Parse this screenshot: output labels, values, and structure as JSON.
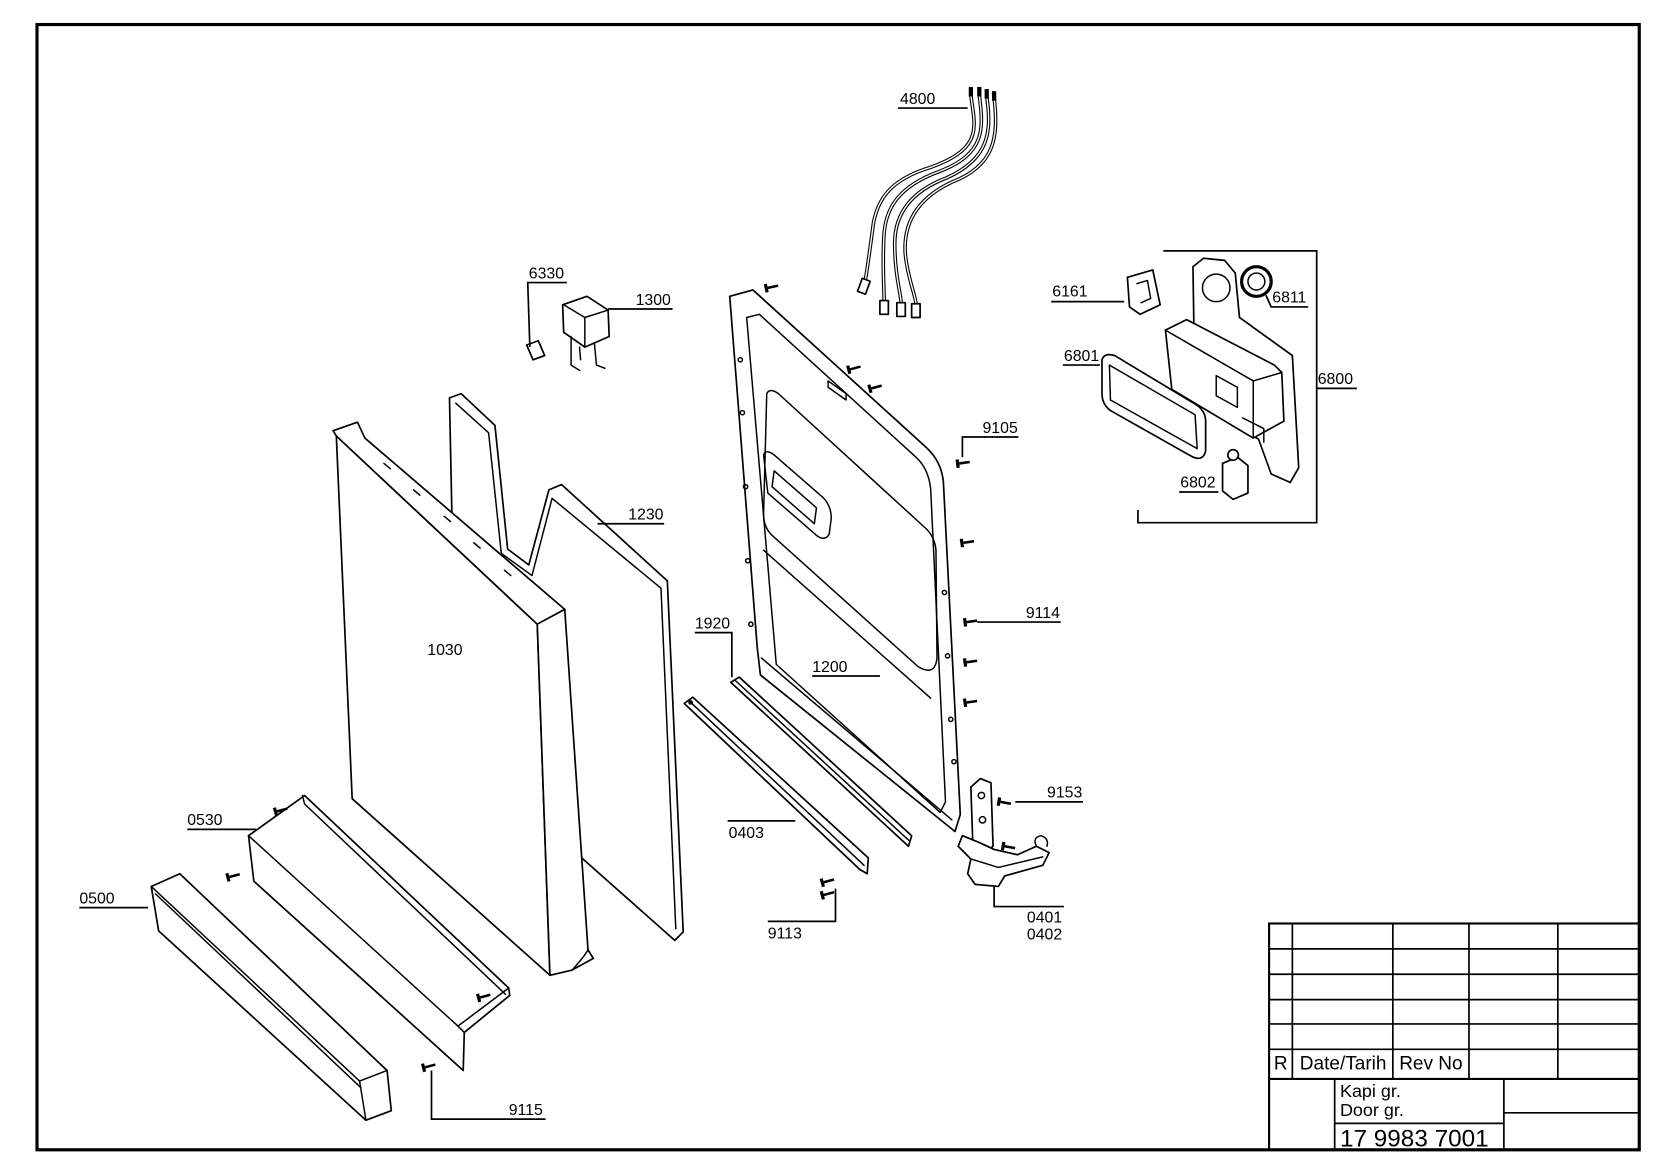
{
  "part_numbers": [
    "4800",
    "6330",
    "1300",
    "6161",
    "6811",
    "6801",
    "6800",
    "9105",
    "6802",
    "1230",
    "1030",
    "9114",
    "1920",
    "1200",
    "0530",
    "9153",
    "0403",
    "0500",
    "9113",
    "0401",
    "0402",
    "9115"
  ],
  "title_block": {
    "rev_r": "R",
    "rev_date": "Date/Tarih",
    "rev_no": "Rev No",
    "title_line1": "Kapi gr.",
    "title_line2": "Door gr.",
    "drawing_number": "17 9983 7001"
  }
}
